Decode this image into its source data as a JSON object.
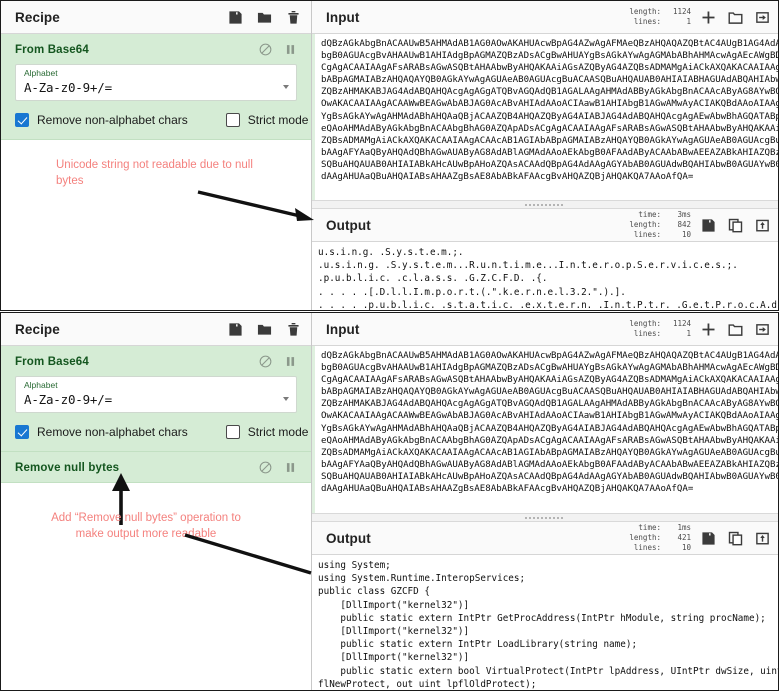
{
  "app": "CyberChef",
  "panels": [
    {
      "id": "top",
      "recipe": {
        "title": "Recipe",
        "icons": [
          {
            "name": "save-icon",
            "label": "Save recipe"
          },
          {
            "name": "folder-icon",
            "label": "Load recipe"
          },
          {
            "name": "trash-icon",
            "label": "Clear recipe"
          }
        ],
        "operations": [
          {
            "name": "From Base64",
            "disable_icon": "disable-icon",
            "pause_icon": "breakpoint-icon",
            "arg_label": "Alphabet",
            "arg_value": "A-Za-z0-9+/=",
            "checkboxes": [
              {
                "label": "Remove non-alphabet chars",
                "checked": true
              },
              {
                "label": "Strict mode",
                "checked": false
              }
            ]
          }
        ]
      },
      "annotation": {
        "text": "Unicode string not readable due to null bytes",
        "color": "#f4817e"
      },
      "input": {
        "title": "Input",
        "meta": [
          {
            "key": "length:",
            "value": "1124"
          },
          {
            "key": "lines:",
            "value": "1"
          }
        ],
        "icons": [
          {
            "name": "add-tab-icon"
          },
          {
            "name": "open-folder-icon"
          },
          {
            "name": "open-file-icon"
          }
        ],
        "content": "dQBzAGkAbgBnACAAUwB5AHMAdAB1AG0AOwAKAHUAcwBpAG4AZwAgAFMAeQBzAHQAQAZQBtAC4AUgB1AG4AdABpAG0AZ\nbgB0AGUAcgBvAHAAUwB1AHIAdgBpAGMAZQBzADsACgBwAHUAYgBsAGkAYwAgAGMAbABhAHMAcwAgAEcAWgBDAEYARA\nCgAgACAAIAAgAFsARABsAGwASQBtAHAAbwByAHQAKAAiAGsAZQByAG4AZQBsADMAMgAiACkAXQAKACAAIAAgACAAcA\nbABpAGMAIABzAHQAQAYQB0AGkAYwAgAGUAeAB0AGUAcgBuACAASQBuAHQAUAB0AHIAIABHAGUAdABQAHIAbwBjAEEA\nZQBzAHMAKABJAG4AdABQAHQAcgAgAGgATQBvAGQAdQB1AGALAAgAHMAdABByAGkAbgBnACAAcAByAG8AYwBOAGEA\nOwAKACAAIAAgACAAWwBEAGwAbABJAG0AcABvAHIAdAAoACIAawB1AHIAbgB1AGwAMwAyACIAKQBdAAoAIAAgACAA\nYgBsAGkAYwAgAHMAdABhAHQAaQBjACAAZQB4AHQAZQByAG4AIABJAG4AdABQAHQAcgAgAEwAbwBhAGQATABpAGIA\neQAoAHMAdAByAGkAbgBnACAAbgBhAG0AZQApADsACgAgACAAIAAgAFsARABsAGwASQBtAHAAbwByAHQAKAAiAGsA\nZQBsADMAMgAiACkAXQAKACAAIAAgACAAcAB1AGIAbABpAGMAIABzAHQAYQB0AGkAYwAgAGUAeAB0AGUAcgBuACAA\nbAAgAFYAaQByAHQAdQBhAGwAUAByAG8AdABlAGMAdAAoAEkAbgB0AFAAdAByACAAbABwAEEAZABkAHIAZQBzAHMA\nSQBuAHQAUAB0AHIAIABkAHcAUwBpAHoAZQAsACAAdQBpAG4AdAAgAGYAbAB0AGUAdwBQAHIAbwB0AGUAYwB0ACwA\ndAAgAHUAaQBuAHQAIABsAHAAZgBsAE8AbABkAFAAcgBvAHQAZQBjAHQAKQA7AAoAfQA="
      },
      "output": {
        "title": "Output",
        "meta": [
          {
            "key": "time:",
            "value": "3ms"
          },
          {
            "key": "length:",
            "value": "842"
          },
          {
            "key": "lines:",
            "value": "10"
          }
        ],
        "icons": [
          {
            "name": "save-output-icon"
          },
          {
            "name": "copy-output-icon"
          },
          {
            "name": "replace-input-icon"
          }
        ],
        "content": "u.s.i.n.g. .S.y.s.t.e.m.;.\n.u.s.i.n.g. .S.y.s.t.e.m...R.u.n.t.i.m.e...I.n.t.e.r.o.p.S.e.r.v.i.c.e.s.;.\n.p.u.b.l.i.c. .c.l.a.s.s. .G.Z.C.F.D. .{.\n. . . . .[.D.l.l.I.m.p.o.r.t.(.\".k.e.r.n.e.l.3.2.\".).].\n. . . . .p.u.b.l.i.c. .s.t.a.t.i.c. .e.x.t.e.r.n. .I.n.t.P.t.r. .G.e.t.P.r.o.c.A.d.d.r.e.s\n(.I.n.t.P.t.r. .h.M.o.d.u.l.e.,. .s.t.r.i.n.g. .p.r.o.c.N.a.m.e.).;.\n. . . . .[.D.l.l.I.m.p.o.r.t.(.\".k.e.r.n.e.l.3.2.\".).]."
      }
    },
    {
      "id": "bottom",
      "recipe": {
        "title": "Recipe",
        "icons": [
          {
            "name": "save-icon",
            "label": "Save recipe"
          },
          {
            "name": "folder-icon",
            "label": "Load recipe"
          },
          {
            "name": "trash-icon",
            "label": "Clear recipe"
          }
        ],
        "operations": [
          {
            "name": "From Base64",
            "disable_icon": "disable-icon",
            "pause_icon": "breakpoint-icon",
            "arg_label": "Alphabet",
            "arg_value": "A-Za-z0-9+/=",
            "checkboxes": [
              {
                "label": "Remove non-alphabet chars",
                "checked": true
              },
              {
                "label": "Strict mode",
                "checked": false
              }
            ]
          },
          {
            "name": "Remove null bytes",
            "disable_icon": "disable-icon",
            "pause_icon": "breakpoint-icon"
          }
        ]
      },
      "annotation": {
        "text": "Add “Remove null bytes” operation to make output more readable",
        "color": "#f4817e"
      },
      "input": {
        "title": "Input",
        "meta": [
          {
            "key": "length:",
            "value": "1124"
          },
          {
            "key": "lines:",
            "value": "1"
          }
        ],
        "icons": [
          {
            "name": "add-tab-icon"
          },
          {
            "name": "open-folder-icon"
          },
          {
            "name": "open-file-icon"
          }
        ],
        "content": "dQBzAGkAbgBnACAAUwB5AHMAdAB1AG0AOwAKAHUAcwBpAG4AZwAgAFMAeQBzAHQAQAZQBtAC4AUgB1AG4AdABpAG0AZ\nbgB0AGUAcgBvAHAAUwB1AHIAdgBpAGMAZQBzADsACgBwAHUAYgBsAGkAYwAgAGMAbABhAHMAcwAgAEcAWgBDAEYARA\nCgAgACAAIAAgAFsARABsAGwASQBtAHAAbwByAHQAKAAiAGsAZQByAG4AZQBsADMAMgAiACkAXQAKACAAIAAgACAAcA\nbABpAGMAIABzAHQAQAYQB0AGkAYwAgAGUAeAB0AGUAcgBuACAASQBuAHQAUAB0AHIAIABHAGUAdABQAHIAbwBjAEEA\nZQBzAHMAKABJAG4AdABQAHQAcgAgAGgATQBvAGQAdQB1AGALAAgAHMAdABByAGkAbgBnACAAcAByAG8AYwBOAGEA\nOwAKACAAIAAgACAAWwBEAGwAbABJAG0AcABvAHIAdAAoACIAawB1AHIAbgB1AGwAMwAyACIAKQBdAAoAIAAgACAA\nYgBsAGkAYwAgAHMAdABhAHQAaQBjACAAZQB4AHQAZQByAG4AIABJAG4AdABQAHQAcgAgAEwAbwBhAGQATABpAGIA\neQAoAHMAdAByAGkAbgBnACAAbgBhAG0AZQApADsACgAgACAAIAAgAFsARABsAGwASQBtAHAAbwByAHQAKAAiAGsA\nZQBsADMAMgAiACkAXQAKACAAIAAgACAAcAB1AGIAbABpAGMAIABzAHQAYQB0AGkAYwAgAGUAeAB0AGUAcgBuACAA\nbAAgAFYAaQByAHQAdQBhAGwAUAByAG8AdABlAGMAdAAoAEkAbgB0AFAAdAByACAAbABwAEEAZABkAHIAZQBzAHMA\nSQBuAHQAUAB0AHIAIABkAHcAUwBpAHoAZQAsACAAdQBpAG4AdAAgAGYAbAB0AGUAdwBQAHIAbwB0AGUAYwB0ACwA\ndAAgAHUAaQBuAHQAIABsAHAAZgBsAE8AbABkAFAAcgBvAHQAZQBjAHQAKQA7AAoAfQA="
      },
      "output": {
        "title": "Output",
        "meta": [
          {
            "key": "time:",
            "value": "1ms"
          },
          {
            "key": "length:",
            "value": "421"
          },
          {
            "key": "lines:",
            "value": "10"
          }
        ],
        "icons": [
          {
            "name": "save-output-icon"
          },
          {
            "name": "copy-output-icon"
          },
          {
            "name": "replace-input-icon"
          }
        ],
        "content": "using System;\nusing System.Runtime.InteropServices;\npublic class GZCFD {\n    [DllImport(\"kernel32\")]\n    public static extern IntPtr GetProcAddress(IntPtr hModule, string procName);\n    [DllImport(\"kernel32\")]\n    public static extern IntPtr LoadLibrary(string name);\n    [DllImport(\"kernel32\")]\n    public static extern bool VirtualProtect(IntPtr lpAddress, UIntPtr dwSize, uint\nflNewProtect, out uint lpflOldProtect);\n}"
      }
    }
  ],
  "colors": {
    "operation_bg": "#d5ecd5",
    "operation_text": "#14561f",
    "checkbox_checked": "#1877d2",
    "annotation": "#f4817e"
  }
}
